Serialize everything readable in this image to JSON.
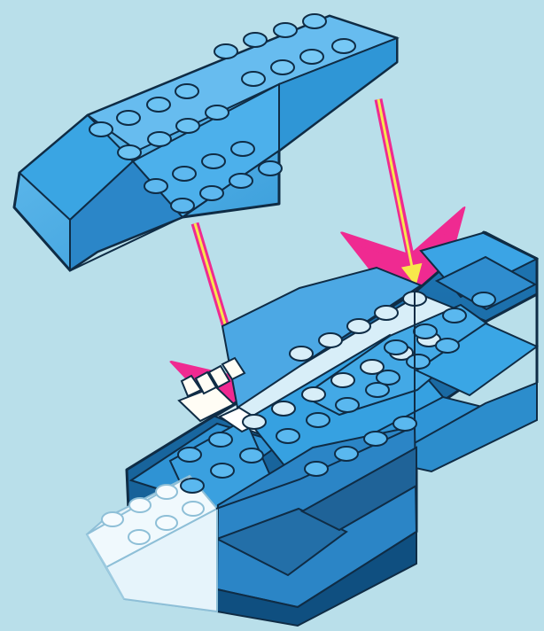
{
  "instruction_step": {
    "step_number": "",
    "caption": "",
    "background_color": "#b9dfea",
    "brick_color": "#2a8fd2",
    "brick_highlight_color": "#63b8ee",
    "ghost_brick_color": "#dfeff7",
    "arrow_color": "#ef2a91",
    "arrow_inner_color": "#f8e74b",
    "parts": [
      "top-sub-assembly",
      "base-assembly",
      "translucent-slope",
      "white-connector"
    ],
    "arrow_count": 2
  }
}
